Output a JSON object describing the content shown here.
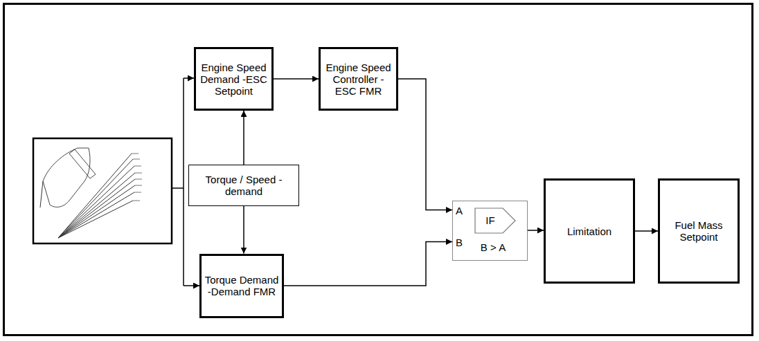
{
  "diagram": {
    "nodes": [
      {
        "text": [
          "Engine Speed Demand -ESC Setpoint"
        ]
      },
      {
        "text": [
          "Engine Speed Controller -ESC FMR"
        ]
      },
      {
        "text": [
          "Torque / Speed - demand"
        ]
      },
      {
        "text": [
          "Torque Demand -Demand FMR"
        ]
      },
      {
        "text": [
          "A",
          "B",
          "IF",
          "B > A"
        ]
      },
      {
        "text": [
          "Limitation"
        ]
      },
      {
        "text": [
          "Fuel Mass Setpoint"
        ]
      }
    ],
    "edges": [
      {
        "from": 2,
        "to": 0,
        "arrow": "to"
      },
      {
        "from": 2,
        "to": 3,
        "arrow": "to"
      },
      {
        "from": 0,
        "to": 1,
        "arrow": "to"
      },
      {
        "from": 1,
        "to": 4,
        "arrow": "to"
      },
      {
        "from": 3,
        "to": 4,
        "arrow": "to"
      },
      {
        "from": 4,
        "to": 5,
        "arrow": "to"
      },
      {
        "from": 5,
        "to": 6,
        "arrow": "to"
      }
    ]
  }
}
